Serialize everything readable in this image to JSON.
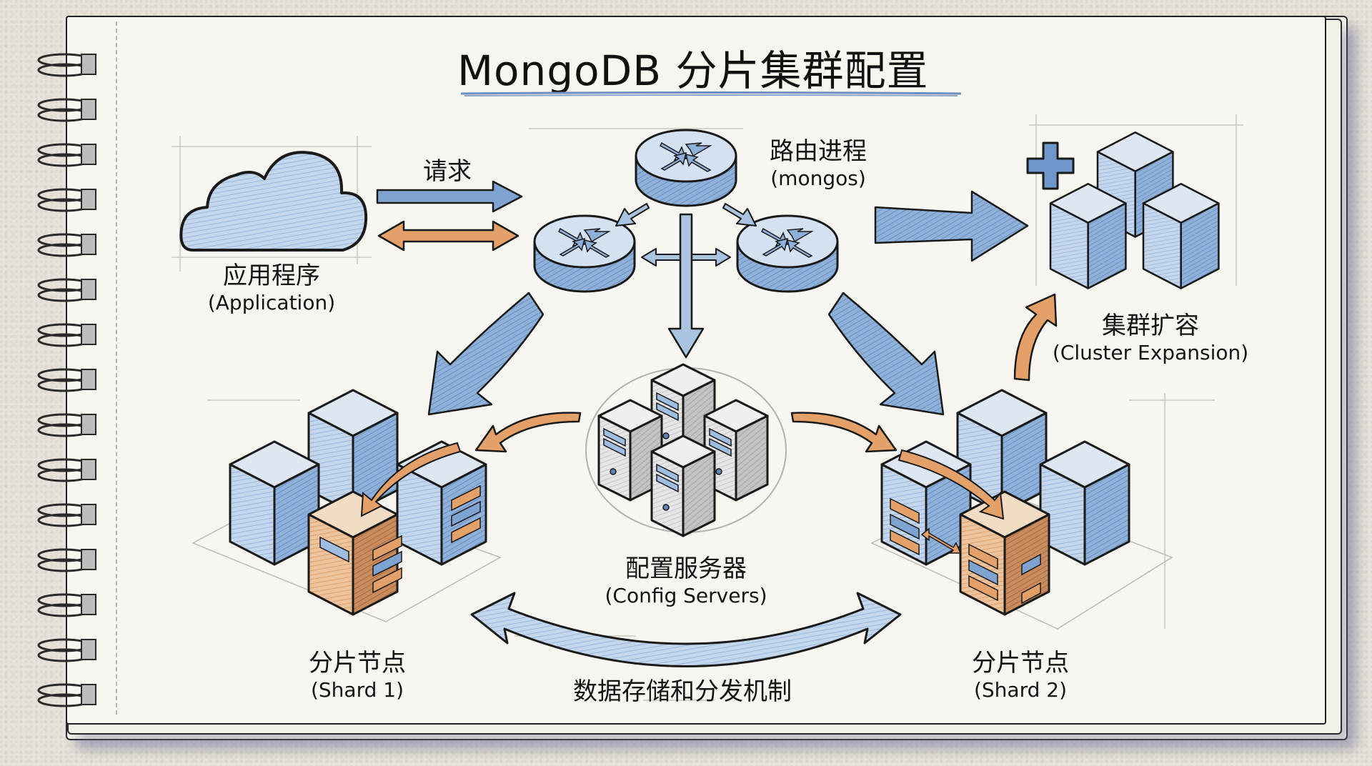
{
  "title": "MongoDB 分片集群配置",
  "colors": {
    "blue_fill": "#a9c3e0",
    "blue_dark": "#5f86b8",
    "orange_fill": "#e4a26a",
    "orange_dark": "#c9783e",
    "gray_fill": "#d9d9d9",
    "ink": "#1a1a1a",
    "paper": "#f8f6f0"
  },
  "nodes": {
    "application": {
      "zh": "应用程序",
      "en": "(Application)",
      "icon": "cloud-icon"
    },
    "mongos": {
      "zh": "路由进程",
      "en": "(mongos)",
      "icon": "router-icon"
    },
    "config_servers": {
      "zh": "配置服务器",
      "en": "(Config Servers)",
      "icon": "server-icon"
    },
    "shard1": {
      "zh": "分片节点",
      "en": "(Shard 1)",
      "icon": "cube-cluster-icon"
    },
    "shard2": {
      "zh": "分片节点",
      "en": "(Shard 2)",
      "icon": "cube-cluster-icon"
    },
    "expansion": {
      "zh": "集群扩容",
      "en": "(Cluster Expansion)",
      "icon": "plus-cubes-icon"
    }
  },
  "edges": {
    "request_label": "请求",
    "data_label": "数据存储和分发机制"
  }
}
